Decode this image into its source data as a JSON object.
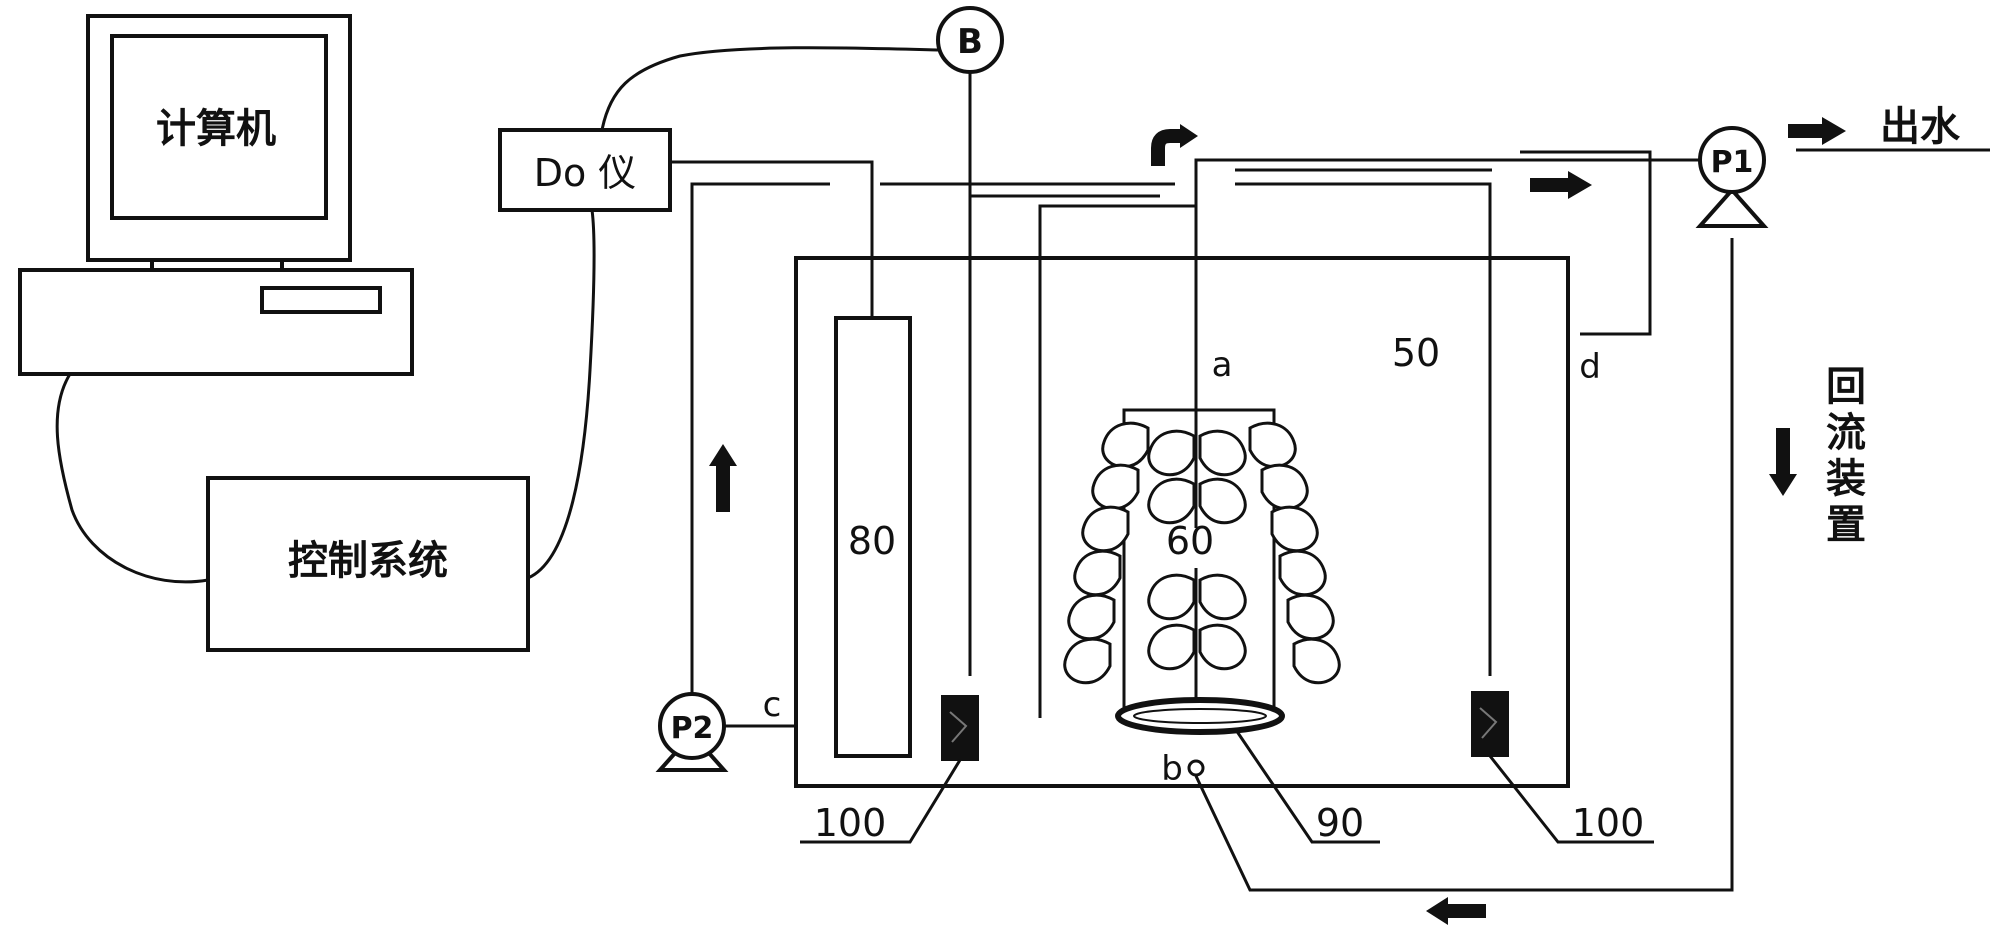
{
  "labels": {
    "computer": "计算机",
    "control_system": "控制系统",
    "do_meter": "Do 仪",
    "pump_b": "B",
    "pump_p1": "P1",
    "pump_p2": "P2",
    "outlet": "出水",
    "reflux_device": [
      "回",
      "流",
      "装",
      "置"
    ],
    "point_a": "a",
    "point_b": "b",
    "point_c": "c",
    "point_d": "d",
    "num_50": "50",
    "num_60": "60",
    "num_80": "80",
    "num_90": "90",
    "num_100_left": "100",
    "num_100_right": "100"
  },
  "colors": {
    "stroke": "#111111",
    "background": "#ffffff"
  }
}
